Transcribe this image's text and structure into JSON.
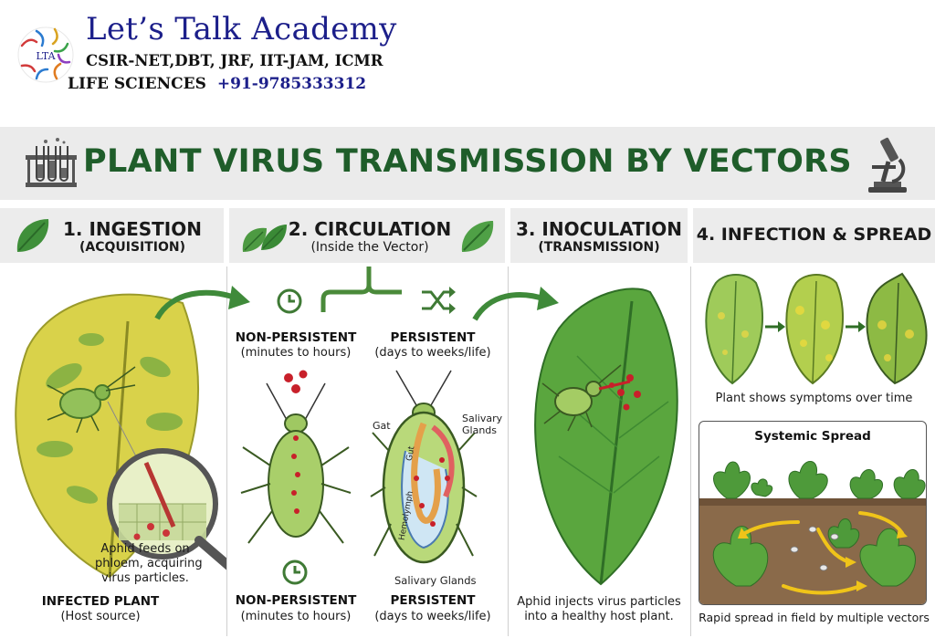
{
  "header": {
    "brand": "Let’s Talk Academy",
    "exams": "CSIR-NET,DBT, JRF, IIT-JAM, ICMR",
    "subject": "LIFE SCIENCES",
    "phone": "+91-9785333312",
    "logo_text": "LTA"
  },
  "title": "PLANT VIRUS TRANSMISSION BY VECTORS",
  "steps": [
    {
      "title": "1. INGESTION",
      "subtitle": "(ACQUISITION)"
    },
    {
      "title": "2. CIRCULATION",
      "subtitle": "(Inside the Vector)"
    },
    {
      "title": "3. INOCULATION",
      "subtitle": "(TRANSMISSION)"
    },
    {
      "title": "4. INFECTION & SPREAD",
      "subtitle": ""
    }
  ],
  "panel1": {
    "magnifier_caption": "Aphid feeds on phloem, acquiring virus particles.",
    "magnifier_caption_lines": [
      "Aphid feeds on",
      "phloem, acquiring",
      "virus particles."
    ],
    "plant_label": "INFECTED PLANT",
    "plant_sub": "(Host source)"
  },
  "panel2": {
    "non_persistent_top": "NON-PERSISTENT",
    "non_persistent_top_sub": "(minutes to hours)",
    "persistent_top": "PERSISTENT",
    "persistent_top_sub": "(days to weeks/life)",
    "gat_label": "Gat",
    "salivary_label_lines": [
      "Salivary",
      "Glands"
    ],
    "gut_label": "Gut",
    "hemolymph_label": "Hemolymph",
    "salivary_bottom": "Salivary Glands",
    "non_persistent_bottom": "NON-PERSISTENT",
    "non_persistent_bottom_sub": "(minutes to hours)",
    "persistent_bottom": "PERSISTENT",
    "persistent_bottom_sub": "(days to weeks/life)"
  },
  "panel3": {
    "caption_lines": [
      "Aphid injects virus particles",
      "into a healthy host plant."
    ]
  },
  "panel4": {
    "symptoms_caption": "Plant shows symptoms over time",
    "systemic_title": "Systemic Spread",
    "spread_caption": "Rapid spread in field by multiple vectors"
  },
  "colors": {
    "brand_blue": "#1c1f8a",
    "title_green": "#1f5d2a",
    "arrow_green": "#3f8a3a",
    "virus_red": "#c8202a"
  }
}
